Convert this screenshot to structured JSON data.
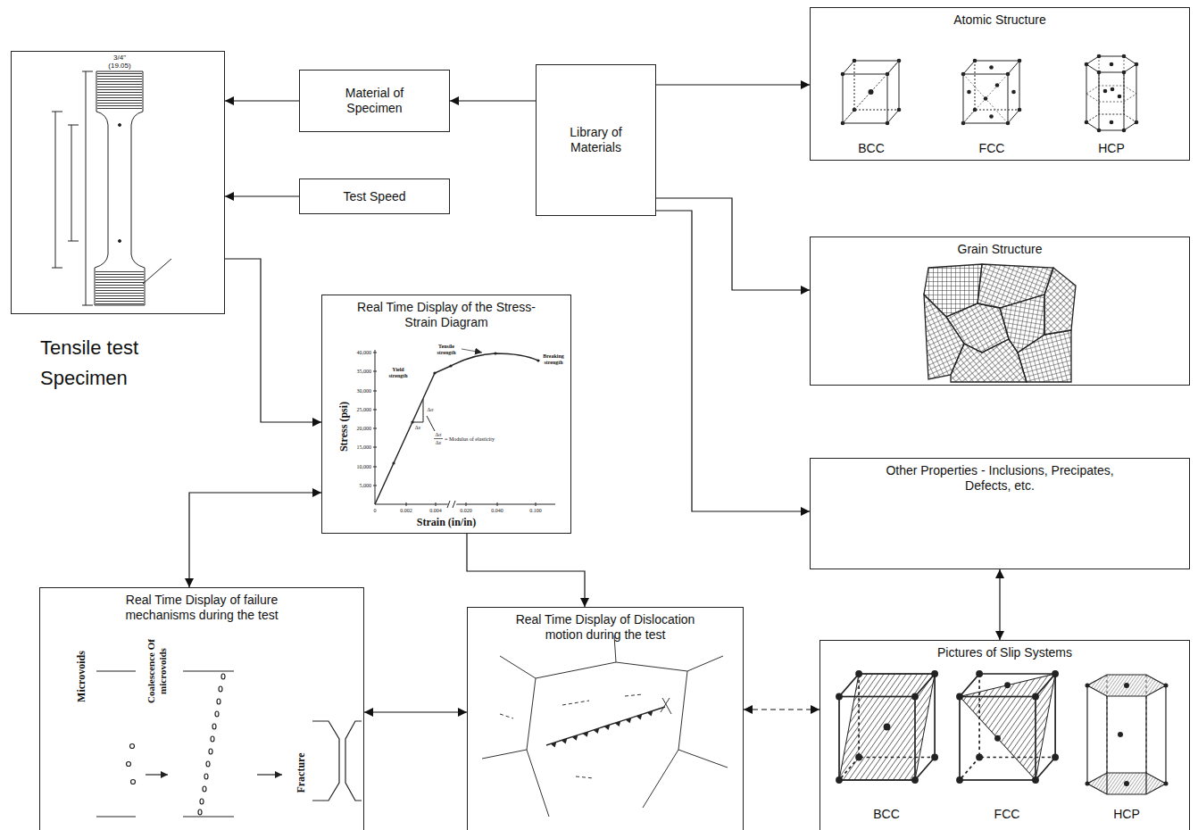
{
  "diagram": {
    "nodes": [
      {
        "text": [
          "Tensile test Specimen"
        ]
      },
      {
        "text": [
          "Material of Specimen"
        ]
      },
      {
        "text": [
          "Test Speed"
        ]
      },
      {
        "text": [
          "Library of Materials"
        ]
      },
      {
        "text": [
          "Atomic Structure"
        ]
      },
      {
        "text": [
          "Grain Structure"
        ]
      },
      {
        "text": [
          "Real Time Display of the Stress-Strain Diagram"
        ]
      },
      {
        "text": [
          "Other Properties - Inclusions, Precipates, Defects, etc."
        ]
      },
      {
        "text": [
          "Real Time Display of failure mechanisms during the test"
        ]
      },
      {
        "text": [
          "Real Time Display of Dislocation motion during the test"
        ]
      },
      {
        "text": [
          "Pictures of Slip Systems"
        ]
      }
    ],
    "edges": [
      {
        "from": 3,
        "to": 1,
        "arrow": "to"
      },
      {
        "from": 1,
        "to": 0,
        "arrow": "to"
      },
      {
        "from": 2,
        "to": 0,
        "arrow": "to"
      },
      {
        "from": 3,
        "to": 4,
        "arrow": "to"
      },
      {
        "from": 3,
        "to": 5,
        "arrow": "to"
      },
      {
        "from": 3,
        "to": 7,
        "arrow": "to"
      },
      {
        "from": 0,
        "to": 6,
        "arrow": "to"
      },
      {
        "from": 6,
        "to": 8,
        "arrow": "both"
      },
      {
        "from": 6,
        "to": 9,
        "arrow": "to"
      },
      {
        "from": 8,
        "to": 9,
        "arrow": "both"
      },
      {
        "from": 9,
        "to": 10,
        "arrow": "both"
      },
      {
        "from": 7,
        "to": 10,
        "arrow": "both"
      }
    ],
    "labels": [
      "3/4\"",
      "(19.05)",
      "BCC",
      "FCC",
      "HCP",
      "Yield strength",
      "Tensile strength",
      "Breaking strength",
      "Stress (psi)",
      "40,000",
      "35,000",
      "30,000",
      "25,000",
      "20,000",
      "15,000",
      "10,000",
      "5,000",
      "0",
      "0.002",
      "0.004",
      "0.020",
      "0.040",
      "0.100",
      "Δσ",
      "Δε",
      "Δσ",
      "Δε",
      "= Modulus of elasticity",
      "Strain (in/in)",
      "Microvoids",
      "Coalescence Of microvoids",
      "Fracture",
      "BCC",
      "FCC",
      "HCP"
    ]
  }
}
